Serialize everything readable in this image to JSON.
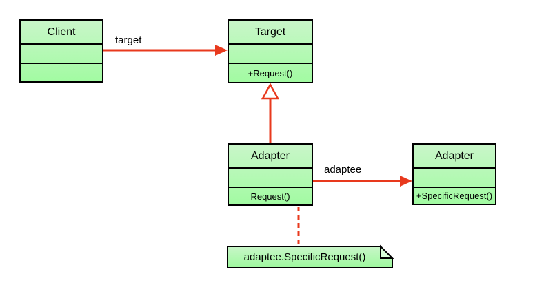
{
  "diagram": {
    "type": "uml-class-diagram",
    "pattern": "Adapter",
    "classes": {
      "client": {
        "name": "Client",
        "attributes": "",
        "methods": ""
      },
      "target": {
        "name": "Target",
        "attributes": "",
        "methods": "+Request()"
      },
      "adapter": {
        "name": "Adapter",
        "attributes": "",
        "methods": "Request()"
      },
      "adaptee": {
        "name": "Adapter",
        "attributes": "",
        "methods": "+SpecificRequest()"
      }
    },
    "associations": {
      "client_to_target": {
        "label": "target"
      },
      "adapter_to_adaptee": {
        "label": "adaptee"
      }
    },
    "note": {
      "text": "adaptee.SpecificRequest()"
    },
    "colors": {
      "box_fill_top": "#c9f6c9",
      "box_fill_bottom": "#a2fba2",
      "box_border": "#000000",
      "connector_red": "#e8391d",
      "note_fold_fill": "#d9ffd9",
      "background": "#ffffff"
    }
  }
}
